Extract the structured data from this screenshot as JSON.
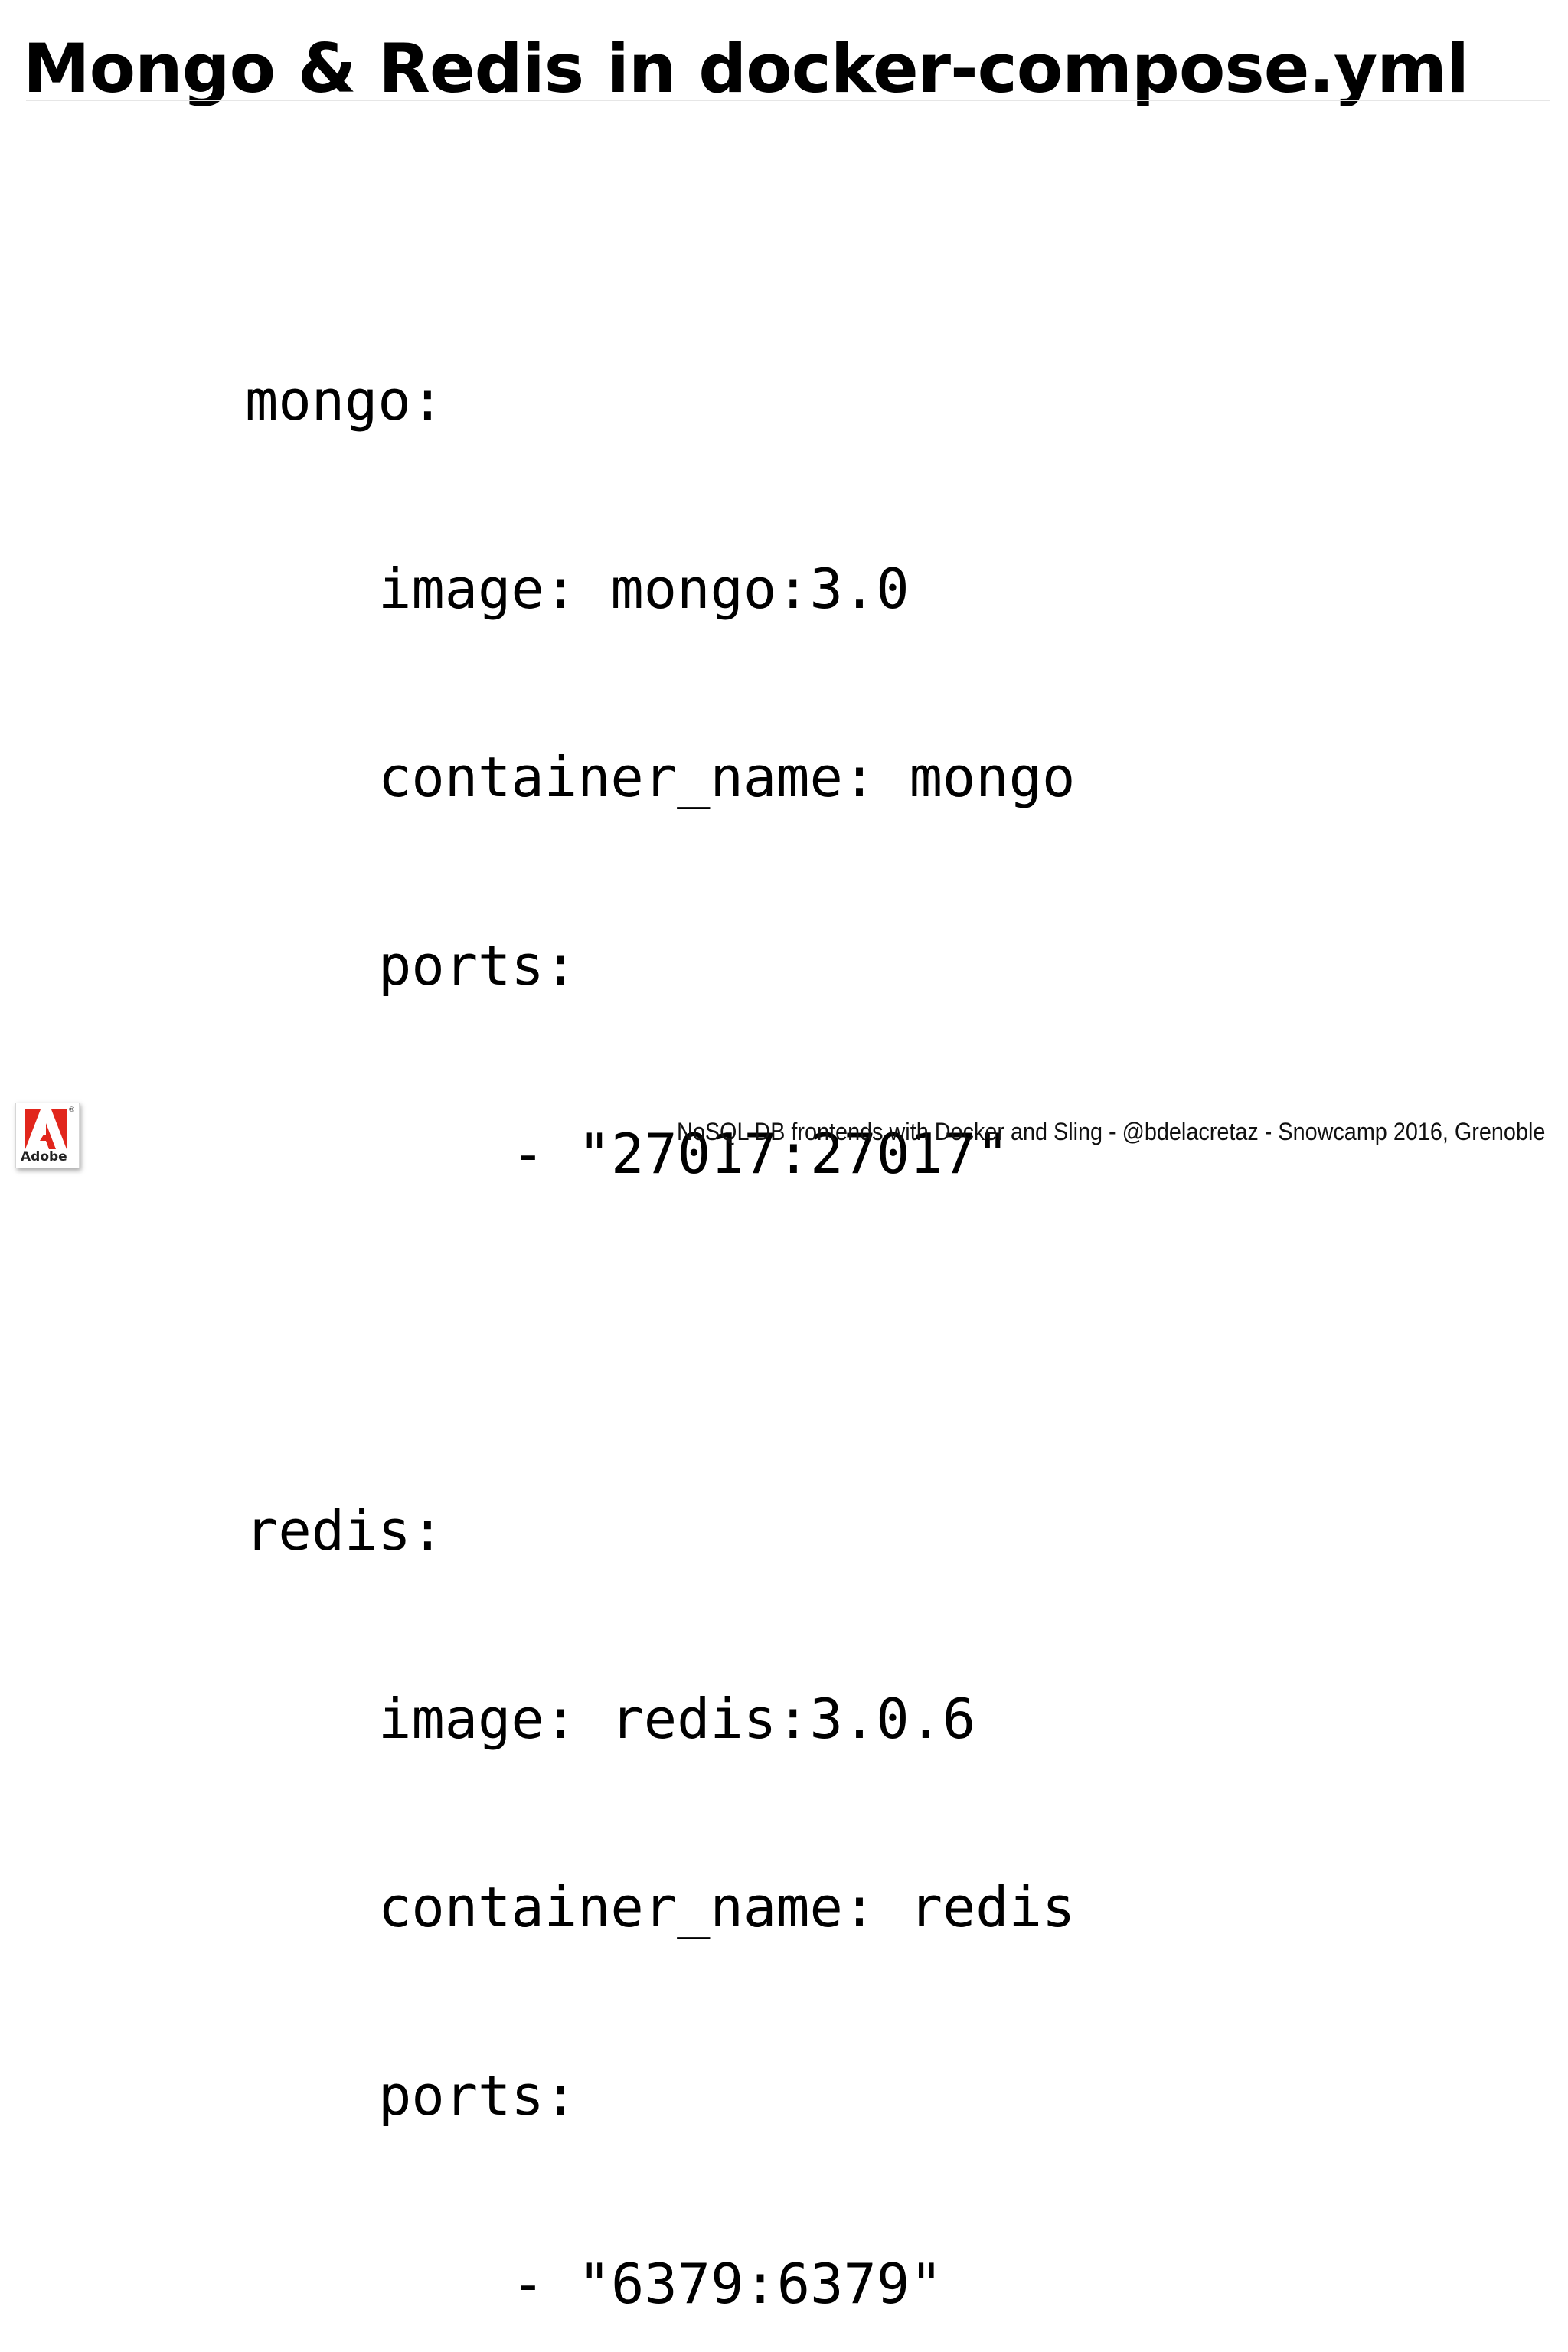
{
  "slide": {
    "title": "Mongo & Redis in docker-compose.yml",
    "footer": "NoSQL DB frontends with Docker and Sling - @bdelacretaz - Snowcamp 2016, Grenoble",
    "logo": {
      "wordmark": "Adobe",
      "registered": "®",
      "brand_color": "#e1261c"
    }
  },
  "code": {
    "mongo_key": "mongo:",
    "mongo_image": "image: mongo:3.0",
    "mongo_container": "container_name: mongo",
    "mongo_ports": "ports:",
    "mongo_port_mapping": "- \"27017:27017\"",
    "redis_key": "redis:",
    "redis_image": "image: redis:3.0.6",
    "redis_container": "container_name: redis",
    "redis_ports": "ports:",
    "redis_port_mapping": "- \"6379:6379\""
  }
}
